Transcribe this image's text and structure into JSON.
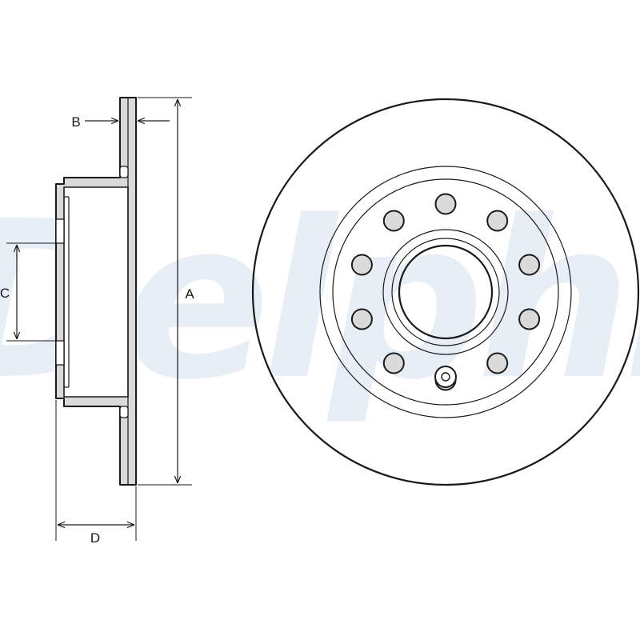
{
  "watermark": {
    "text": "Delphi",
    "color": "#e8eef6"
  },
  "colors": {
    "outline": "#1a1a1a",
    "section_fill": "#dadada",
    "hole_fill": "#dadada",
    "disc_fill": "#ffffff"
  },
  "dimensions": {
    "a": "A",
    "b": "B",
    "c": "C",
    "d": "D"
  },
  "disc": {
    "bolt_holes": 10,
    "locating_hole": 1
  }
}
